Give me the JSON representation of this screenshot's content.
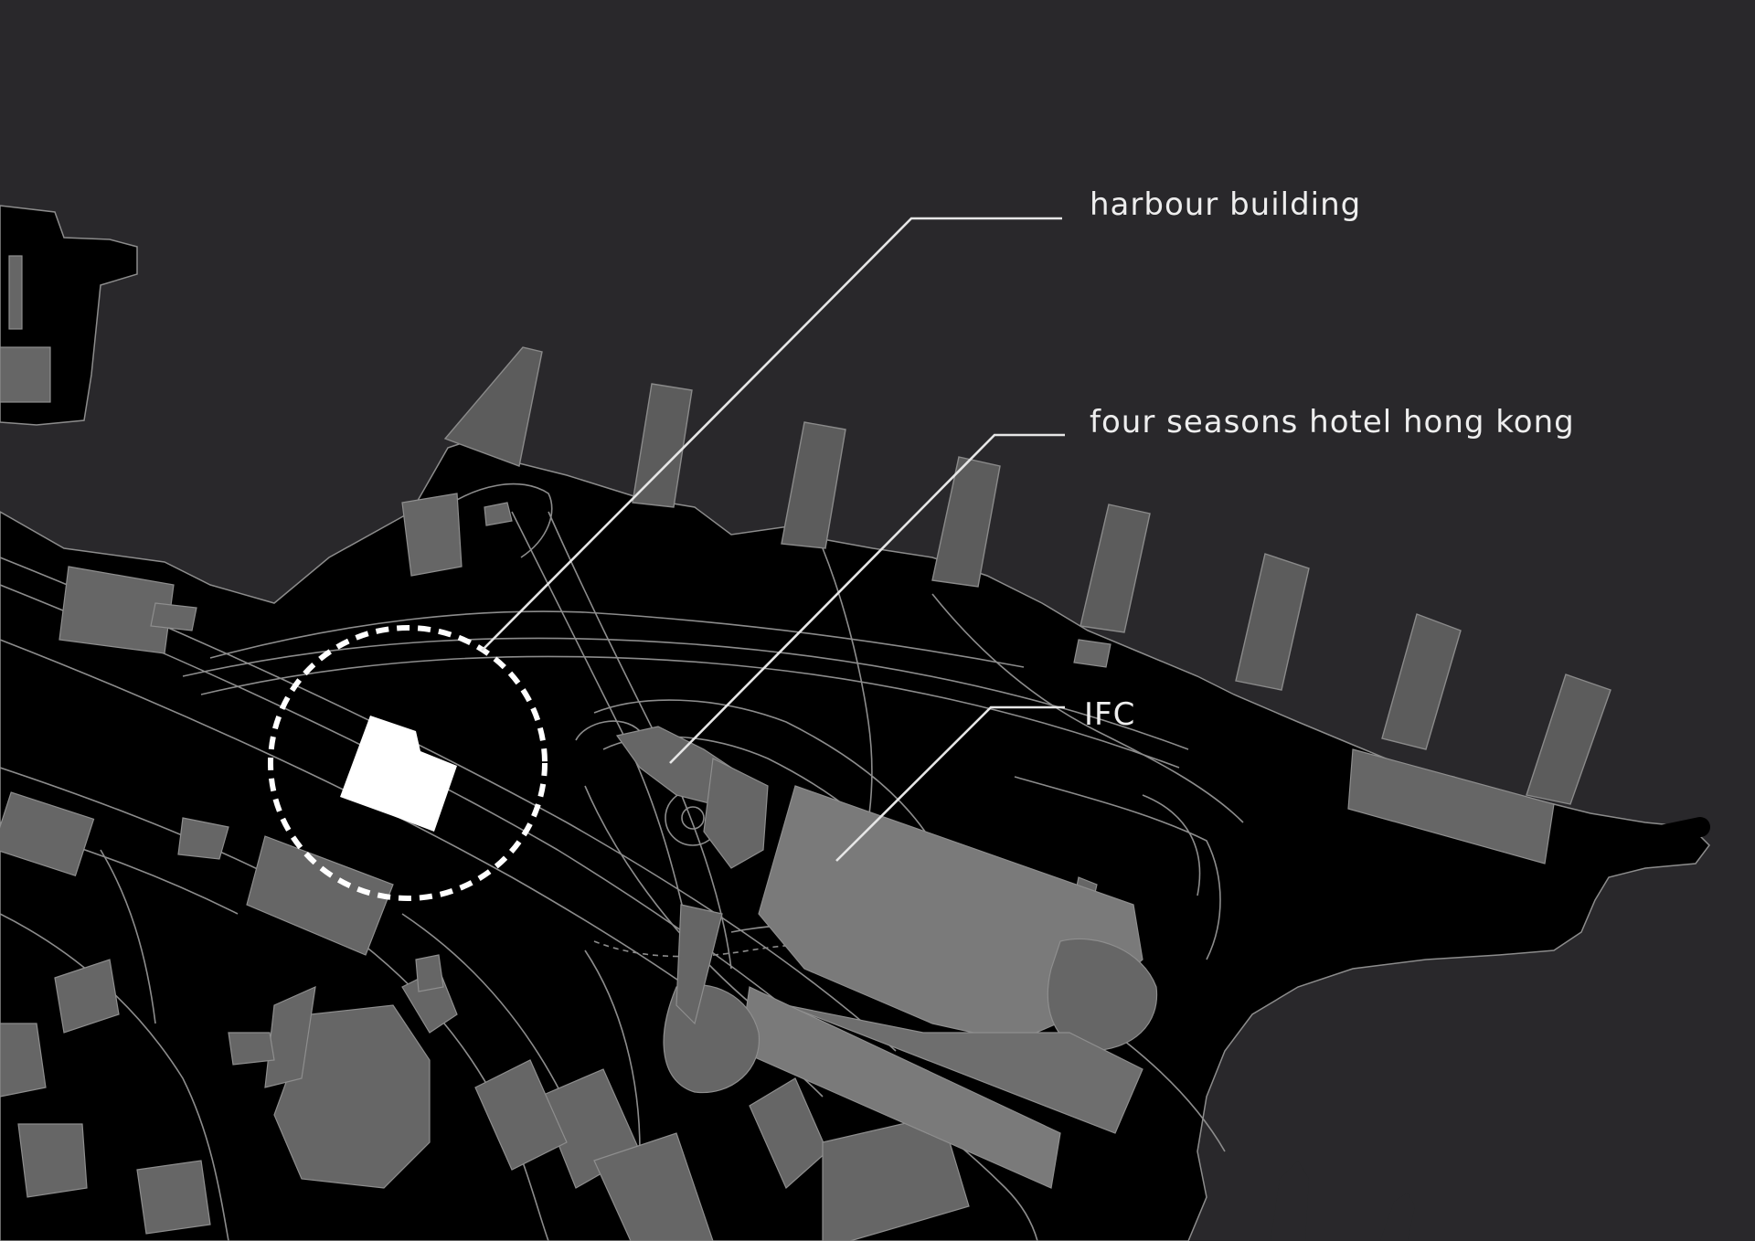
{
  "labels": {
    "harbour_building": "harbour building",
    "four_seasons": "four seasons hotel hong kong",
    "ifc": "IFC"
  },
  "colors": {
    "background": "#29282b",
    "land": "#000000",
    "buildings": "#666666",
    "road_lines": "#8c8c8c",
    "highlight": "#ffffff"
  }
}
